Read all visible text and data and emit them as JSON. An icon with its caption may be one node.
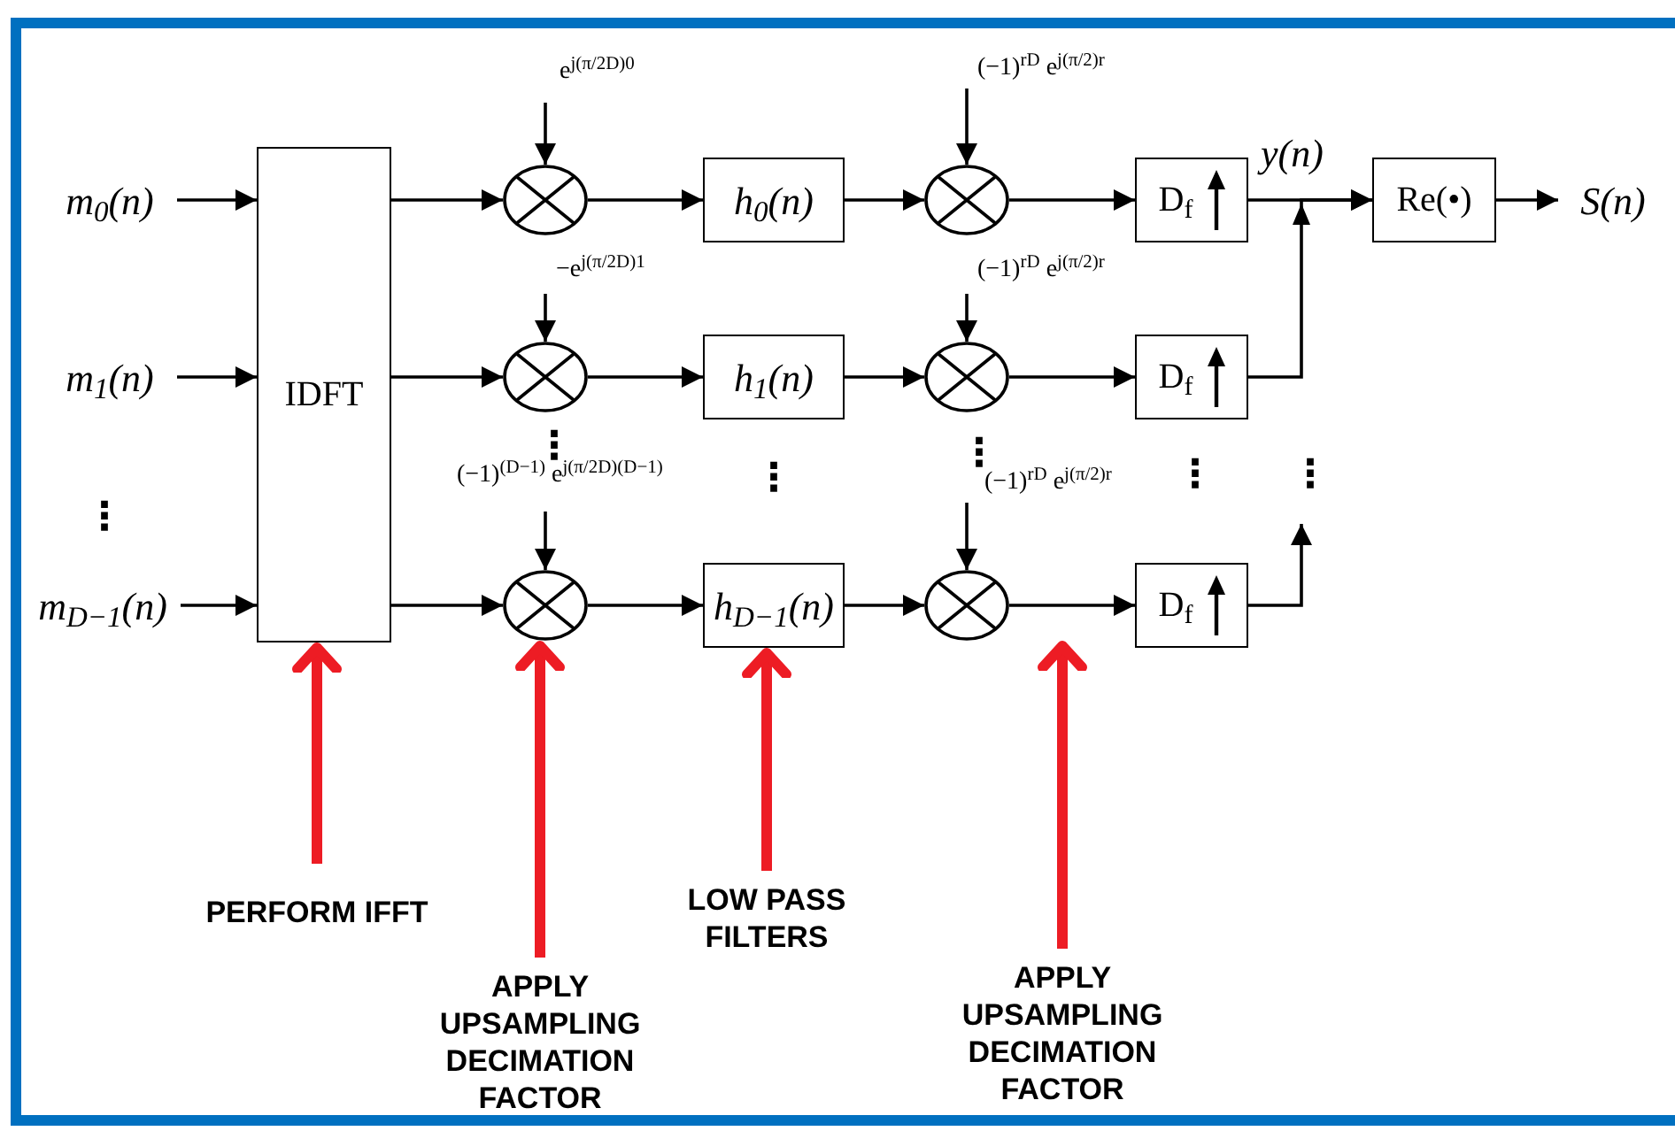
{
  "diagram": {
    "nodes": [
      {
        "text": [
          "m$_{0}$(n)"
        ]
      },
      {
        "text": [
          "m$_{1}$(n)"
        ]
      },
      {
        "text": [
          "m$_{D−1}$(n)"
        ]
      },
      {
        "text": [
          "IDFT"
        ]
      },
      {
        "text": [],
        "shape": "circle"
      },
      {
        "text": [],
        "shape": "circle"
      },
      {
        "text": [],
        "shape": "circle"
      },
      {
        "text": [
          "h$_{0}$(n)"
        ]
      },
      {
        "text": [
          "h$_{1}$(n)"
        ]
      },
      {
        "text": [
          "h$_{D−1}$(n)"
        ]
      },
      {
        "text": [],
        "shape": "circle"
      },
      {
        "text": [],
        "shape": "circle"
      },
      {
        "text": [],
        "shape": "circle"
      },
      {
        "text": [
          "D$_{f}$"
        ]
      },
      {
        "text": [
          "D$_{f}$"
        ]
      },
      {
        "text": [
          "D$_{f}$"
        ]
      },
      {
        "text": [
          "Re(•)"
        ]
      },
      {
        "text": [
          "S(n)"
        ]
      },
      {
        "text": [
          "PERFORM IFFT"
        ]
      },
      {
        "text": [
          "APPLY UPSAMPLING DECIMATION FACTOR"
        ]
      },
      {
        "text": [
          "LOW PASS FILTERS"
        ]
      },
      {
        "text": [
          "APPLY UPSAMPLING DECIMATION FACTOR"
        ]
      }
    ],
    "edges": [
      {
        "from": 0,
        "to": 3,
        "arrow": "to"
      },
      {
        "from": 1,
        "to": 3,
        "arrow": "to"
      },
      {
        "from": 2,
        "to": 3,
        "arrow": "to"
      },
      {
        "from": 3,
        "to": 4,
        "arrow": "to"
      },
      {
        "from": 3,
        "to": 5,
        "arrow": "to"
      },
      {
        "from": 3,
        "to": 6,
        "arrow": "to"
      },
      {
        "from": 4,
        "to": 7,
        "arrow": "to"
      },
      {
        "from": 5,
        "to": 8,
        "arrow": "to"
      },
      {
        "from": 6,
        "to": 9,
        "arrow": "to"
      },
      {
        "from": 7,
        "to": 10,
        "arrow": "to"
      },
      {
        "from": 8,
        "to": 11,
        "arrow": "to"
      },
      {
        "from": 9,
        "to": 12,
        "arrow": "to"
      },
      {
        "from": 10,
        "to": 13,
        "arrow": "to"
      },
      {
        "from": 11,
        "to": 14,
        "arrow": "to"
      },
      {
        "from": 12,
        "to": 15,
        "arrow": "to"
      },
      {
        "from": 13,
        "to": 16,
        "arrow": "to",
        "label": "y(n)"
      },
      {
        "from": 14,
        "to": 16,
        "arrow": "to"
      },
      {
        "from": 15,
        "to": null,
        "arrow": "to"
      },
      {
        "from": 16,
        "to": 17,
        "arrow": "to"
      },
      {
        "from": null,
        "to": 4,
        "arrow": "to",
        "label": "e$^{j(π/2D)0}$"
      },
      {
        "from": null,
        "to": 5,
        "arrow": "to",
        "label": "−e$^{j(π/2D)1}$"
      },
      {
        "from": null,
        "to": 6,
        "arrow": "to",
        "label": "(−1)$^{(D−1)}$ e$^{j(π/2D)(D−1)}$"
      },
      {
        "from": null,
        "to": 10,
        "arrow": "to",
        "label": "(−1)$^{rD}$ e$^{j(π/2)r}$"
      },
      {
        "from": null,
        "to": 11,
        "arrow": "to",
        "label": "(−1)$^{rD}$ e$^{j(π/2)r}$"
      },
      {
        "from": null,
        "to": 12,
        "arrow": "to",
        "label": "(−1)$^{rD}$ e$^{j(π/2)r}$"
      },
      {
        "from": 18,
        "to": 3,
        "arrow": "to",
        "style": "thick",
        "color": "#ed1c24"
      },
      {
        "from": 19,
        "to": 6,
        "arrow": "to",
        "style": "thick",
        "color": "#ed1c24"
      },
      {
        "from": 20,
        "to": 9,
        "arrow": "to",
        "style": "thick",
        "color": "#ed1c24"
      },
      {
        "from": 21,
        "to": 12,
        "arrow": "to",
        "style": "thick",
        "color": "#ed1c24"
      }
    ],
    "labels": [
      "⋮",
      "⋮",
      "⋮",
      "⋮",
      "⋮",
      "⋮"
    ]
  }
}
